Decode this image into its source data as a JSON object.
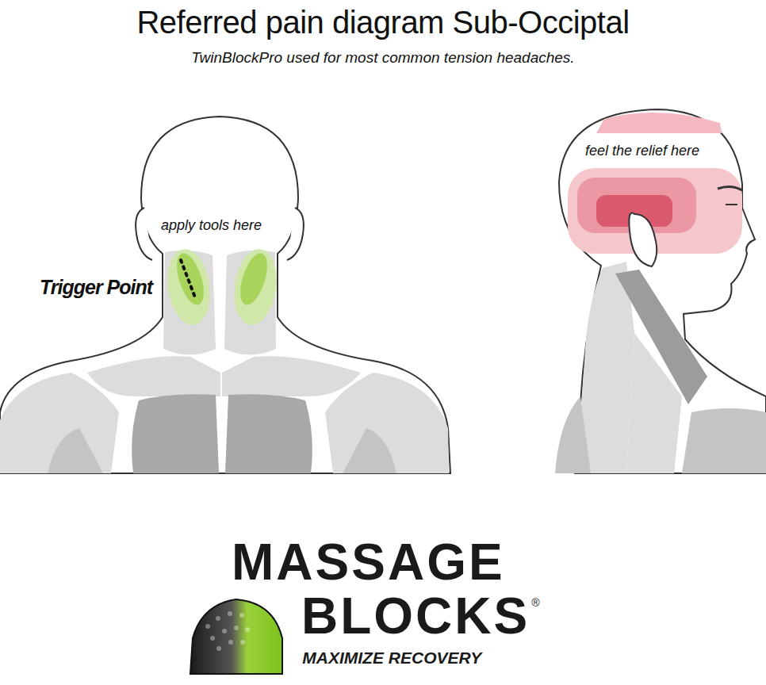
{
  "diagram": {
    "title": "Referred pain diagram Sub-Occiptal",
    "caption": "TwinBlockPro used for most common tension headaches.",
    "labels": [
      "apply tools here",
      "Trigger Point",
      "feel the relief here",
      "MASSAGE",
      "BLOCKS",
      "®",
      "MAXIMIZE RECOVERY"
    ]
  }
}
